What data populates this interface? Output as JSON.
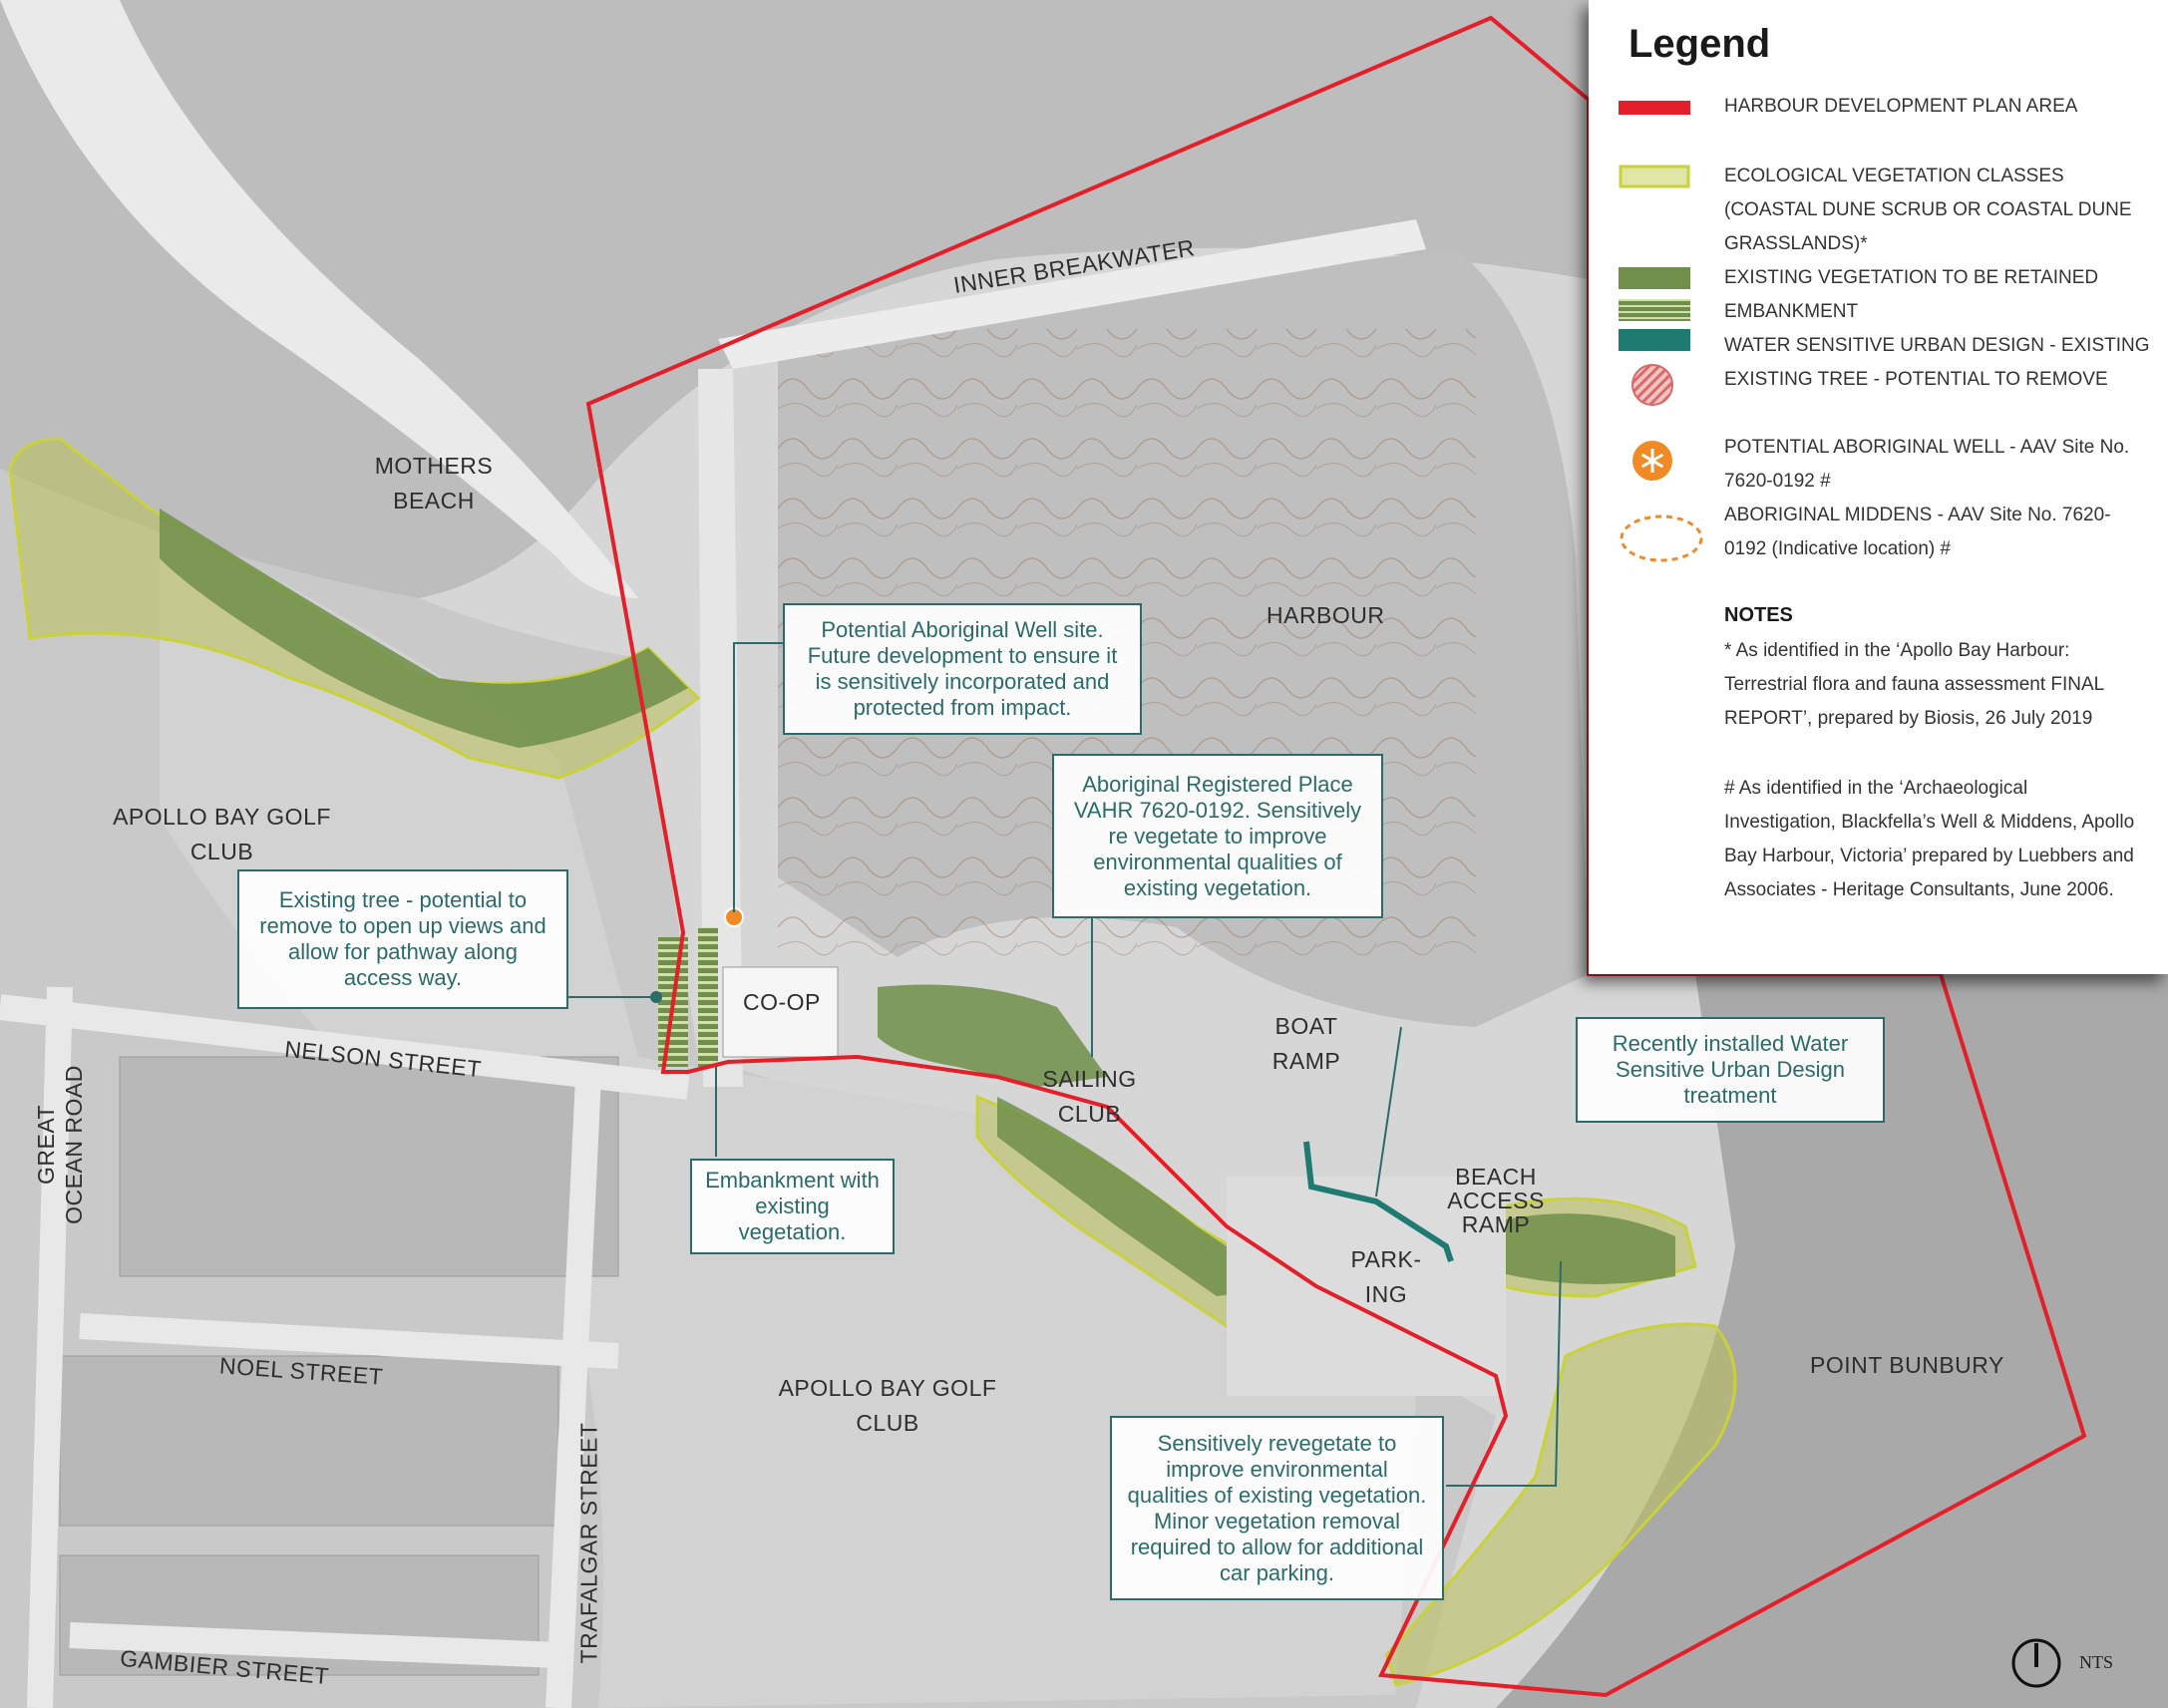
{
  "map": {
    "places": {
      "inner_breakwater": "INNER BREAKWATER",
      "mothers_beach": "MOTHERS BEACH",
      "harbour": "HARBOUR",
      "golf_club_north": "APOLLO BAY GOLF CLUB",
      "golf_club_south": "APOLLO BAY GOLF CLUB",
      "co_op": "CO-OP",
      "boat_ramp": "BOAT RAMP",
      "sailing_club": "SAILING CLUB",
      "beach_access_ramp": "BEACH ACCESS RAMP",
      "parking": "PARK- ING",
      "point_bunbury": "POINT BUNBURY"
    },
    "streets": {
      "nelson": "NELSON STREET",
      "great_ocean_road": "GREAT OCEAN ROAD",
      "noel": "NOEL STREET",
      "trafalgar": "TRAFALGAR STREET",
      "gambier": "GAMBIER STREET"
    },
    "callouts": {
      "well_site": "Potential Aboriginal Well site. Future development to ensure it is sensitively incorporated and protected from impact.",
      "registered_place": "Aboriginal Registered Place VAHR 7620-0192. Sensitively re vegetate to improve environmental qualities of existing vegetation.",
      "existing_tree": "Existing tree - potential to remove to open up views and allow for pathway along access way.",
      "embankment": "Embankment with existing vegetation.",
      "wsud": "Recently installed Water Sensitive Urban Design treatment",
      "revegetate": "Sensitively revegetate to improve environmental qualities of existing vegetation. Minor vegetation removal required to allow for additional car parking."
    },
    "north_scale": "NTS"
  },
  "legend": {
    "title": "Legend",
    "items": [
      {
        "label": "HARBOUR DEVELOPMENT PLAN AREA",
        "icon": "red-line-swatch"
      },
      {
        "label": "ECOLOGICAL VEGETATION CLASSES (COASTAL DUNE SCRUB OR COASTAL DUNE GRASSLANDS)*",
        "icon": "yellow-green-outline-swatch"
      },
      {
        "label": "EXISTING VEGETATION TO BE RETAINED",
        "icon": "green-fill-swatch"
      },
      {
        "label": "EMBANKMENT",
        "icon": "striped-green-swatch"
      },
      {
        "label": "WATER SENSITIVE URBAN DESIGN - EXISTING",
        "icon": "teal-bar-swatch"
      },
      {
        "label": "EXISTING TREE - POTENTIAL TO REMOVE",
        "icon": "hatched-circle-icon"
      },
      {
        "label": "POTENTIAL ABORIGINAL WELL - AAV Site No. 7620-0192 #",
        "icon": "orange-asterisk-icon"
      },
      {
        "label": "ABORIGINAL MIDDENS - AAV Site No. 7620-0192 (Indicative location) #",
        "icon": "dashed-orange-ellipse-icon"
      }
    ],
    "notes_heading": "NOTES",
    "notes": [
      "* As identified in the ‘Apollo Bay Harbour: Terrestrial flora and fauna assessment FINAL REPORT’, prepared by Biosis, 26 July 2019",
      "# As identified in the ‘Archaeological Investigation, Blackfella’s Well & Middens, Apollo Bay Harbour, Victoria’ prepared by Luebbers and Associates - Heritage Consultants, June 2006."
    ]
  },
  "colors": {
    "boundary": "#e3202a",
    "evc_fill": "#b9bf57",
    "evc_outline": "#c9d23a",
    "veg_retained": "#6f8f4a",
    "wsud": "#1f7a72",
    "callout": "#2b6b6a",
    "well": "#f08a24"
  }
}
